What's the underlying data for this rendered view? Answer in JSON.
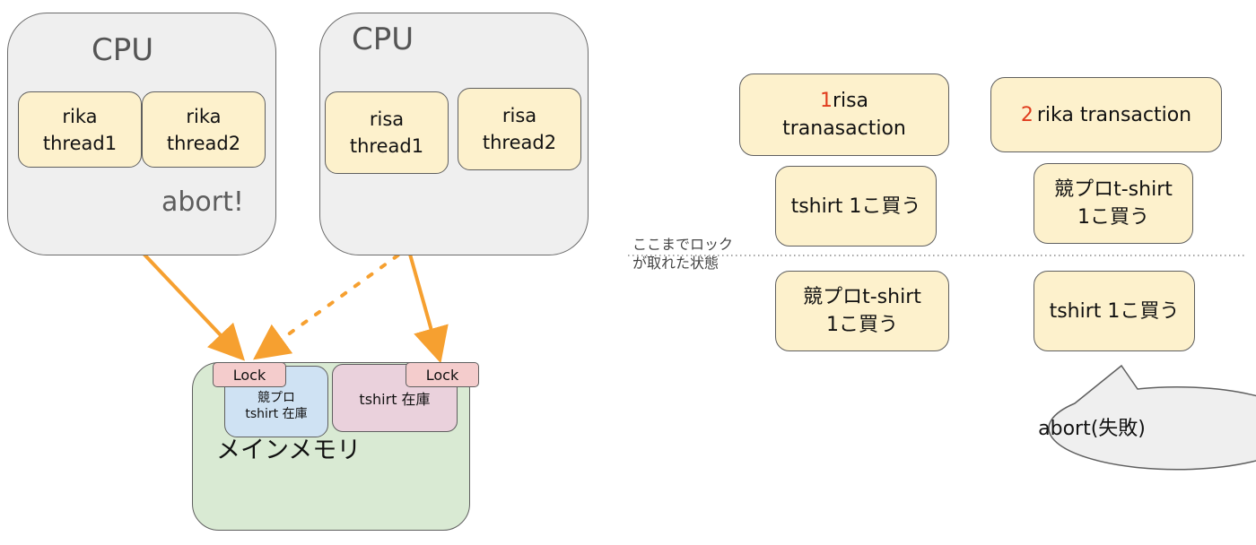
{
  "cpus": [
    {
      "title": "CPU",
      "threads": [
        {
          "line1": "rika",
          "line2": "thread1"
        },
        {
          "line1": "rika",
          "line2": "thread2"
        }
      ],
      "status": "abort!"
    },
    {
      "title": "CPU",
      "threads": [
        {
          "line1": "risa",
          "line2": "thread1"
        },
        {
          "line1": "risa",
          "line2": "thread2"
        }
      ]
    }
  ],
  "memory": {
    "label": "メインメモリ",
    "items": [
      {
        "line1": "競プロ",
        "line2": "tshirt 在庫",
        "lock": "Lock"
      },
      {
        "line1": "tshirt 在庫",
        "lock": "Lock"
      }
    ]
  },
  "transactions": [
    {
      "number": "1",
      "line1": "risa",
      "line2": "tranasaction",
      "steps": [
        "tshirt 1こ買う",
        "競プロt-shirt 1こ買う"
      ]
    },
    {
      "number": "2",
      "label": "rika transaction",
      "steps": [
        "競プロt-shirt 1こ買う",
        "tshirt 1こ買う"
      ]
    }
  ],
  "lock_note": {
    "line1": "ここまでロック",
    "line2": "が取れた状態"
  },
  "result_bubble": "abort(失敗)",
  "colors": {
    "arrow": "#f6a030",
    "number": "#e03c1d",
    "thread_fill": "#fdf1cc",
    "memory_fill": "#d9ead3",
    "lock_fill": "#f4cccc"
  }
}
